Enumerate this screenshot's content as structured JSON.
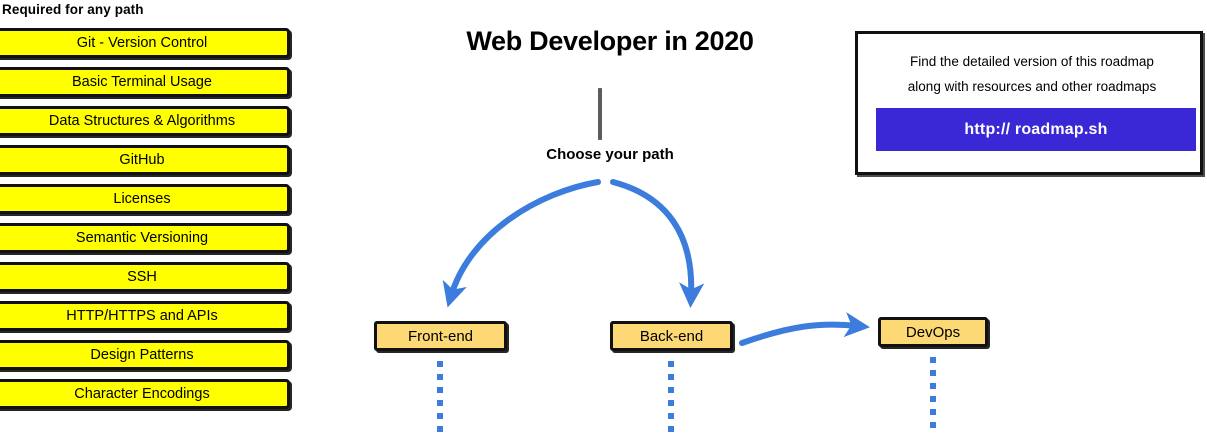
{
  "colors": {
    "required_box_fill": "#ffff00",
    "path_box_fill": "#fcd975",
    "arrow_blue": "#3b7cdc",
    "link_button_bg": "#3a28d6",
    "stem_gray": "#5c5c5c",
    "outline_black": "#111111"
  },
  "required_section": {
    "heading": "Required for any path",
    "items": [
      {
        "label": "Git - Version Control"
      },
      {
        "label": "Basic Terminal Usage"
      },
      {
        "label": "Data Structures & Algorithms"
      },
      {
        "label": "GitHub"
      },
      {
        "label": "Licenses"
      },
      {
        "label": "Semantic Versioning"
      },
      {
        "label": "SSH"
      },
      {
        "label": "HTTP/HTTPS and APIs"
      },
      {
        "label": "Design Patterns"
      },
      {
        "label": "Character Encodings"
      }
    ]
  },
  "center": {
    "title": "Web Developer in 2020",
    "choose_path_label": "Choose your path",
    "paths": [
      {
        "label": "Front-end"
      },
      {
        "label": "Back-end"
      },
      {
        "label": "DevOps"
      }
    ]
  },
  "info_box": {
    "line1": "Find the detailed version of this roadmap",
    "line2": "along with resources and other roadmaps",
    "link_label": "http:// roadmap.sh"
  }
}
